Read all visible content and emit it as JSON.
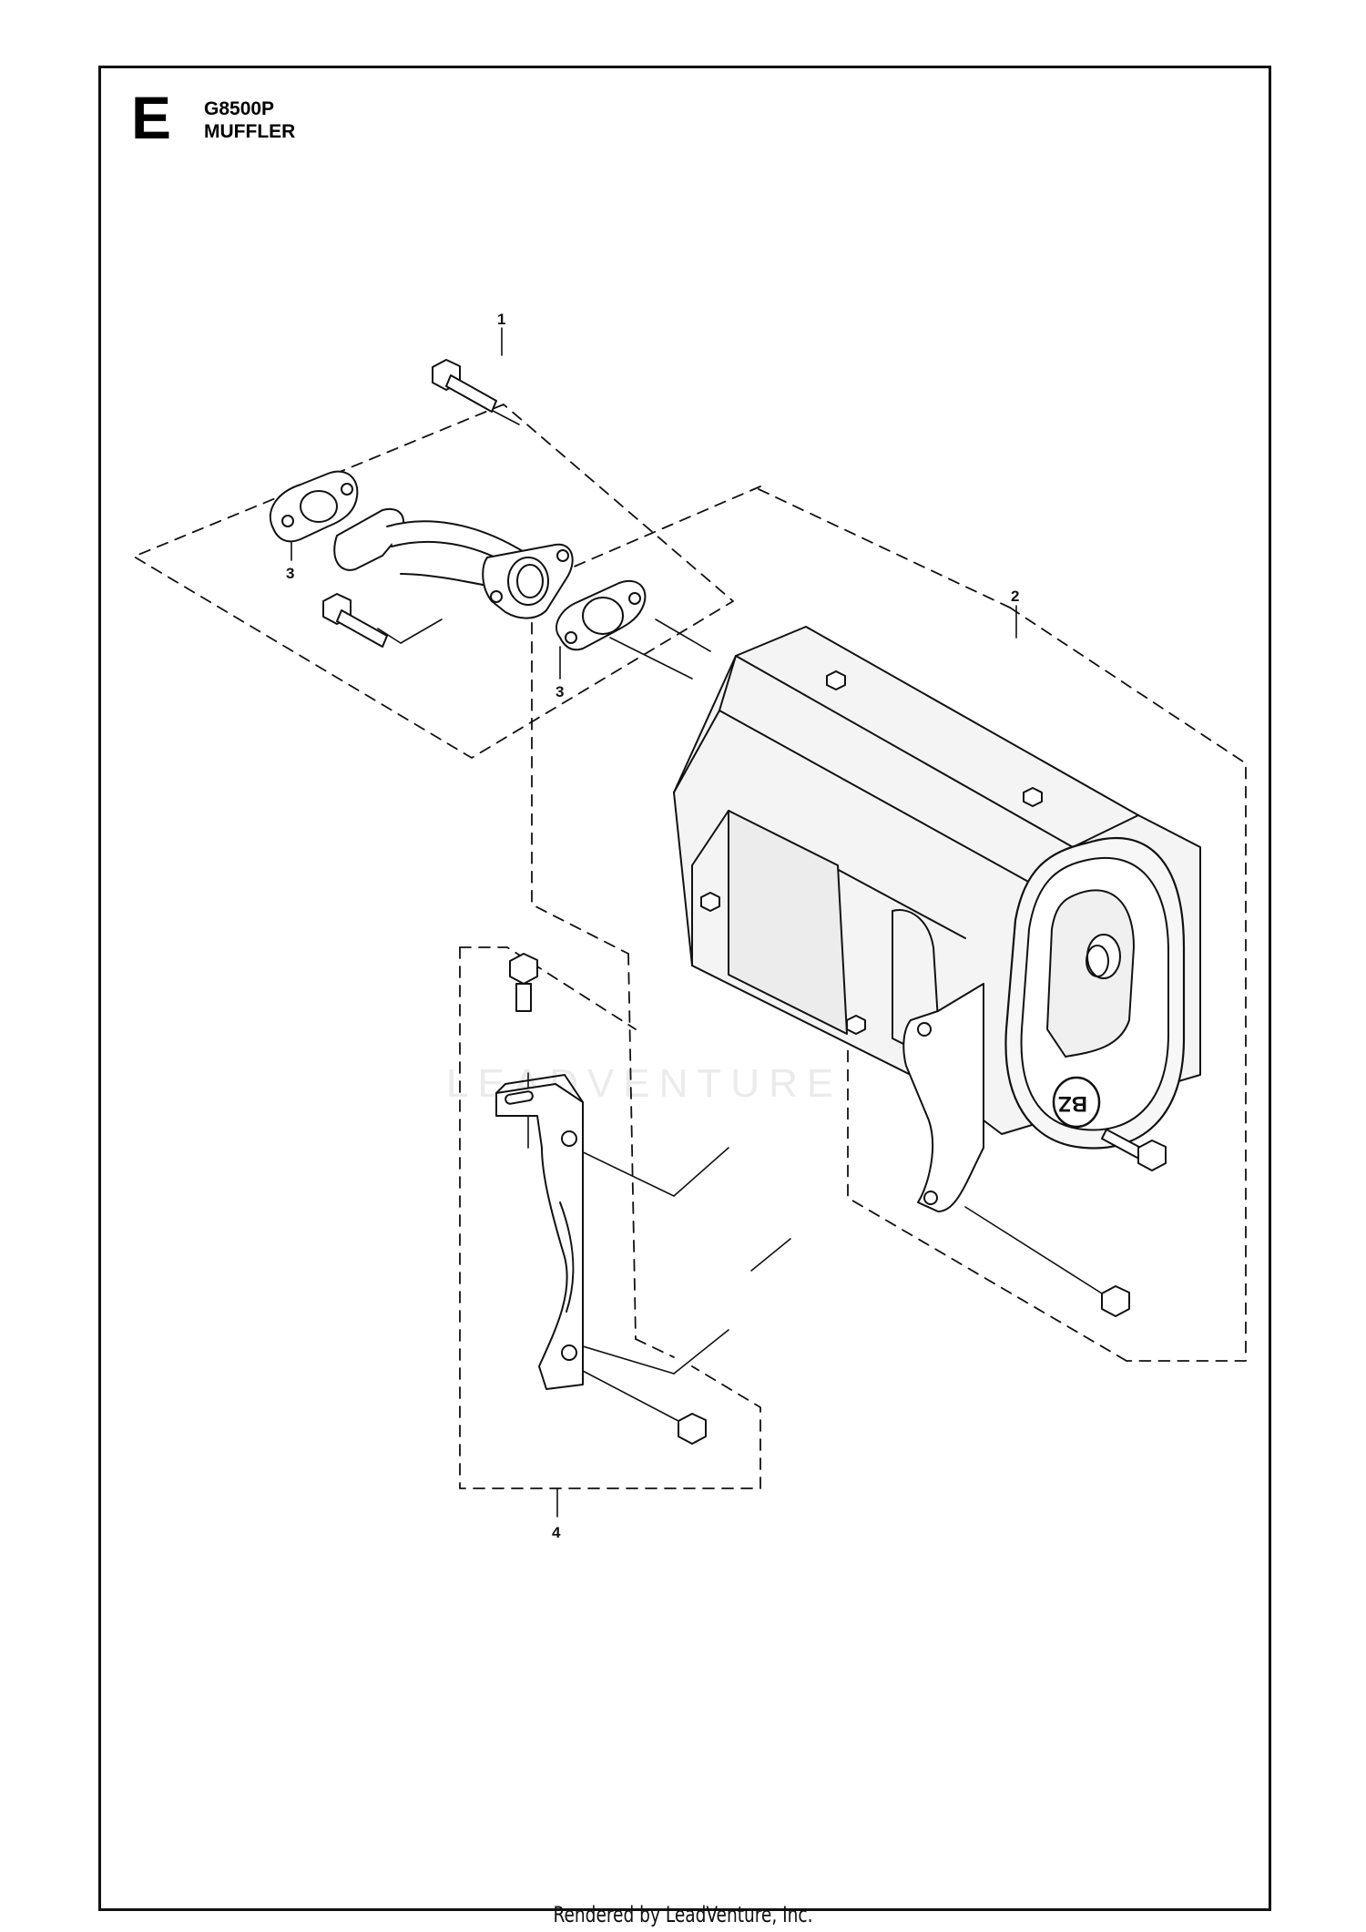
{
  "header": {
    "section_letter": "E",
    "model": "G8500P",
    "title": "MUFFLER"
  },
  "callouts": {
    "c1": "1",
    "c2": "2",
    "c3a": "3",
    "c3b": "3",
    "c4": "4"
  },
  "muffler_label": "BZ",
  "watermark": "LEADVENTURE",
  "footer": "Rendered by LeadVenture, Inc.",
  "colors": {
    "line": "#111111",
    "muffler_fill": "#f2f2f2",
    "watermark": "#ebebeb"
  }
}
